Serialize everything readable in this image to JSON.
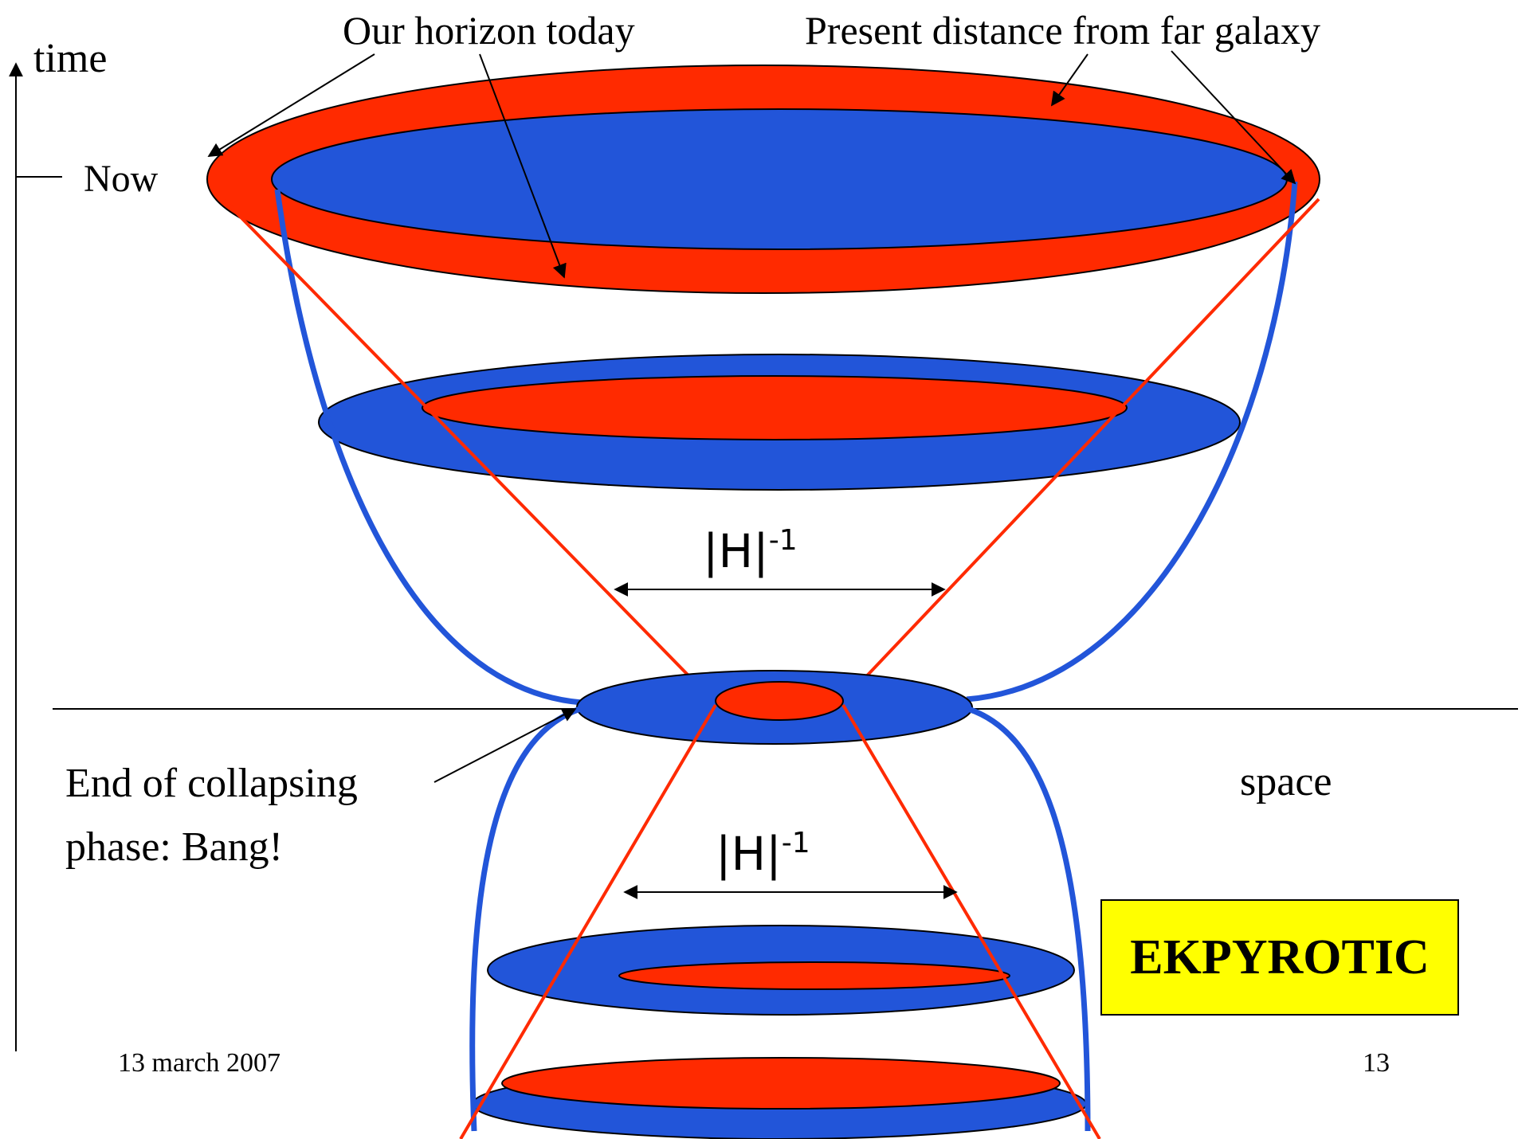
{
  "axes": {
    "time_label": "time",
    "space_label": "space",
    "now_label": "Now"
  },
  "annotations": {
    "horizon_today": "Our horizon today",
    "far_galaxy": "Present distance from far galaxy",
    "collapse_line1": "End of collapsing",
    "collapse_line2": "phase: Bang!",
    "hubble_upper": "|H|",
    "hubble_upper_sup": "-1",
    "hubble_lower": "|H|",
    "hubble_lower_sup": "-1"
  },
  "badge": {
    "label": "EKPYROTIC",
    "bg_color": "#ffff00"
  },
  "footer": {
    "date": "13 march 2007",
    "page_number": "13"
  },
  "colors": {
    "blue": "#2255d9",
    "red": "#ff2a00",
    "outline": "#000000"
  }
}
